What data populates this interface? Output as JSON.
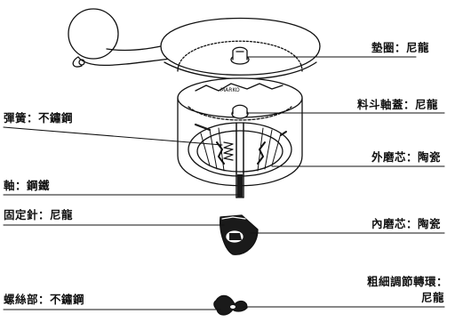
{
  "labels": {
    "gasket": "墊圈：尼龍",
    "hopper_cover": "料斗軸蓋：尼龍",
    "spring": "彈簧：不鏽鋼",
    "outer_burr": "外磨芯：陶瓷",
    "shaft": "軸：鋼鐵",
    "inner_burr": "內磨芯：陶瓷",
    "fixing_pin": "固定針：尼龍",
    "adjuster_line1": "粗細調節轉環：",
    "adjuster_line2": "尼龍",
    "screw": "螺絲部：不鏽鋼"
  },
  "colors": {
    "ink": "#111111",
    "fill": "#ffffff",
    "dark": "#1a1a1a"
  }
}
